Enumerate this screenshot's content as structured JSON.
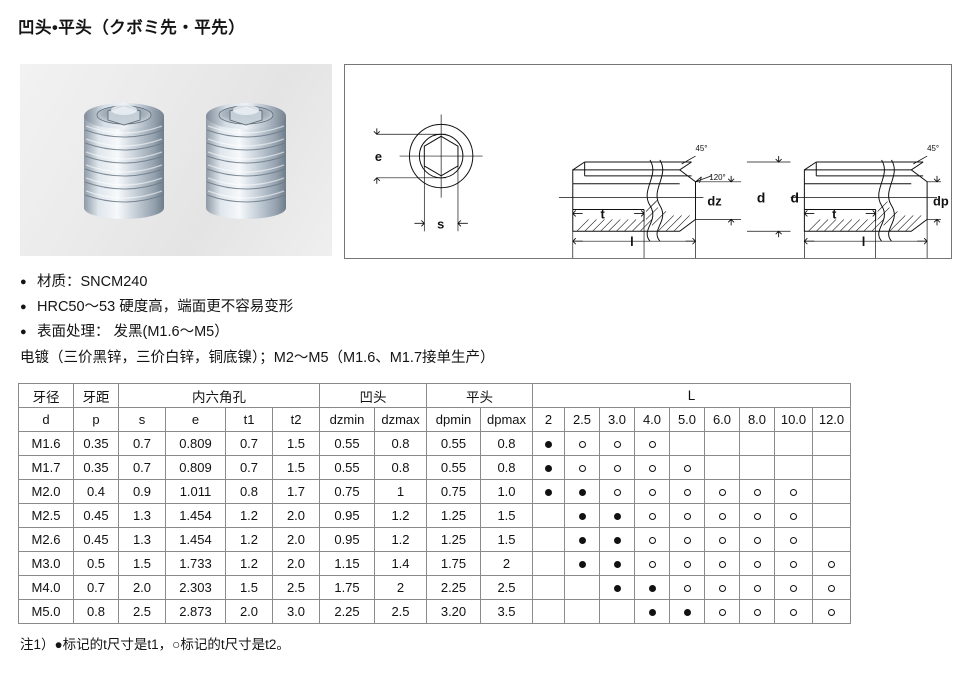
{
  "page": {
    "title": "凹头•平头（クボミ先・平先）"
  },
  "photo": {
    "caption": "socket set screws photo",
    "item_left": "cup-point-set-screw",
    "item_right": "flat-point-set-screw"
  },
  "drawing": {
    "labels": {
      "e": "e",
      "s": "s",
      "d_mid": "d",
      "d_right": "d",
      "dz": "dz",
      "dp": "dp",
      "t_mid": "t",
      "t_right": "t",
      "l_mid": "l",
      "l_right": "l",
      "angle45_mid": "45°",
      "angle120_mid": "120°",
      "angle45_right": "45°"
    }
  },
  "specs": {
    "bullet": "●",
    "items": [
      "材质：SNCM240",
      "HRC50～53 硬度高，端面更不容易变形",
      "表面处理： 发黑(M1.6～M5）"
    ],
    "plating_note": "电镀（三价黑锌，三价白锌，铜底镍）；M2～M5（M1.6、M1.7接单生产）"
  },
  "table": {
    "group_headers": [
      {
        "label": "牙径",
        "span": 1
      },
      {
        "label": "牙距",
        "span": 1
      },
      {
        "label": "内六角孔",
        "span": 4
      },
      {
        "label": "凹头",
        "span": 2
      },
      {
        "label": "平头",
        "span": 2
      },
      {
        "label": "L",
        "span": 9
      }
    ],
    "sub_headers": [
      "d",
      "p",
      "s",
      "e",
      "t1",
      "t2",
      "dzmin",
      "dzmax",
      "dpmin",
      "dpmax",
      "2",
      "2.5",
      "3.0",
      "4.0",
      "5.0",
      "6.0",
      "8.0",
      "10.0",
      "12.0"
    ],
    "rows": [
      {
        "values": [
          "M1.6",
          "0.35",
          "0.7",
          "0.809",
          "0.7",
          "1.5",
          "0.55",
          "0.8",
          "0.55",
          "0.8"
        ],
        "marks": [
          "solid",
          "open",
          "open",
          "open",
          "",
          "",
          "",
          "",
          ""
        ]
      },
      {
        "values": [
          "M1.7",
          "0.35",
          "0.7",
          "0.809",
          "0.7",
          "1.5",
          "0.55",
          "0.8",
          "0.55",
          "0.8"
        ],
        "marks": [
          "solid",
          "open",
          "open",
          "open",
          "open",
          "",
          "",
          "",
          ""
        ]
      },
      {
        "values": [
          "M2.0",
          "0.4",
          "0.9",
          "1.011",
          "0.8",
          "1.7",
          "0.75",
          "1",
          "0.75",
          "1.0"
        ],
        "marks": [
          "solid",
          "solid",
          "open",
          "open",
          "open",
          "open",
          "open",
          "open",
          ""
        ]
      },
      {
        "values": [
          "M2.5",
          "0.45",
          "1.3",
          "1.454",
          "1.2",
          "2.0",
          "0.95",
          "1.2",
          "1.25",
          "1.5"
        ],
        "marks": [
          "",
          "solid",
          "solid",
          "open",
          "open",
          "open",
          "open",
          "open",
          ""
        ]
      },
      {
        "values": [
          "M2.6",
          "0.45",
          "1.3",
          "1.454",
          "1.2",
          "2.0",
          "0.95",
          "1.2",
          "1.25",
          "1.5"
        ],
        "marks": [
          "",
          "solid",
          "solid",
          "open",
          "open",
          "open",
          "open",
          "open",
          ""
        ]
      },
      {
        "values": [
          "M3.0",
          "0.5",
          "1.5",
          "1.733",
          "1.2",
          "2.0",
          "1.15",
          "1.4",
          "1.75",
          "2"
        ],
        "marks": [
          "",
          "solid",
          "solid",
          "open",
          "open",
          "open",
          "open",
          "open",
          "open"
        ]
      },
      {
        "values": [
          "M4.0",
          "0.7",
          "2.0",
          "2.303",
          "1.5",
          "2.5",
          "1.75",
          "2",
          "2.25",
          "2.5"
        ],
        "marks": [
          "",
          "",
          "solid",
          "solid",
          "open",
          "open",
          "open",
          "open",
          "open"
        ]
      },
      {
        "values": [
          "M5.0",
          "0.8",
          "2.5",
          "2.873",
          "2.0",
          "3.0",
          "2.25",
          "2.5",
          "3.20",
          "3.5"
        ],
        "marks": [
          "",
          "",
          "",
          "solid",
          "solid",
          "open",
          "open",
          "open",
          "open"
        ]
      }
    ]
  },
  "footnote": {
    "text": "注1）●标记的t尺寸是t1，○标记的t尺寸是t2。"
  },
  "colors": {
    "border": "#8a8a8a",
    "text": "#141414",
    "panel_border": "#767676"
  }
}
